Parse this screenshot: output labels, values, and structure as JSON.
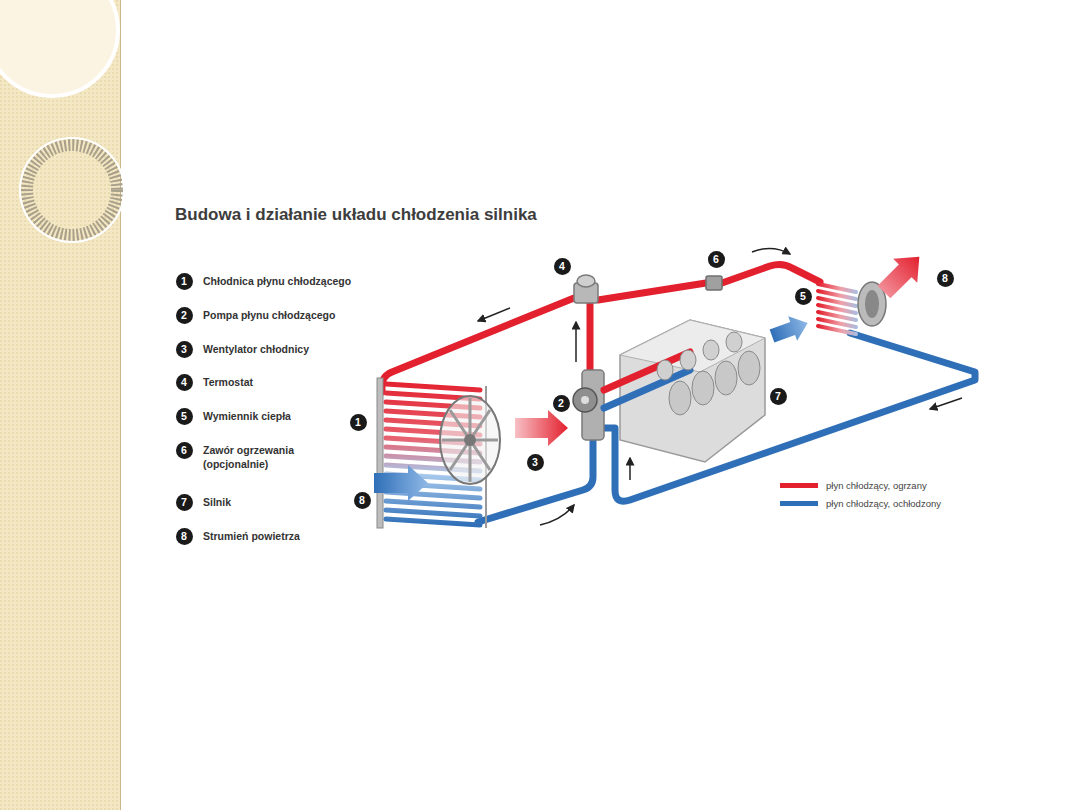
{
  "diagram": {
    "title": "Budowa i działanie układu chłodzenia silnika",
    "nodes": [
      {
        "text": [
          "1"
        ]
      },
      {
        "text": [
          "2"
        ]
      },
      {
        "text": [
          "3"
        ]
      },
      {
        "text": [
          "4"
        ]
      },
      {
        "text": [
          "5"
        ]
      },
      {
        "text": [
          "6"
        ]
      },
      {
        "text": [
          "7"
        ]
      },
      {
        "text": [
          "8"
        ]
      },
      {
        "text": [
          "1"
        ]
      },
      {
        "text": [
          "2"
        ]
      },
      {
        "text": [
          "3"
        ]
      },
      {
        "text": [
          "4"
        ]
      },
      {
        "text": [
          "5"
        ]
      },
      {
        "text": [
          "6"
        ]
      },
      {
        "text": [
          "7"
        ]
      },
      {
        "text": [
          "8"
        ]
      },
      {
        "text": [
          "8"
        ]
      }
    ],
    "labels": [
      "Chłodnica płynu chłodzącego",
      "Pompa płynu chłodzącego",
      "Wentylator chłodnicy",
      "Termostat",
      "Wymiennik ciepła",
      "Zawór ogrzewania (opcjonalnie)",
      "Silnik",
      "Strumień powietrza"
    ],
    "legend": [
      {
        "text": "płyn chłodzący, ogrzany",
        "color": "#e3202e"
      },
      {
        "text": "płyn chłodzący, ochłodzony",
        "color": "#2f6fb8"
      }
    ]
  }
}
